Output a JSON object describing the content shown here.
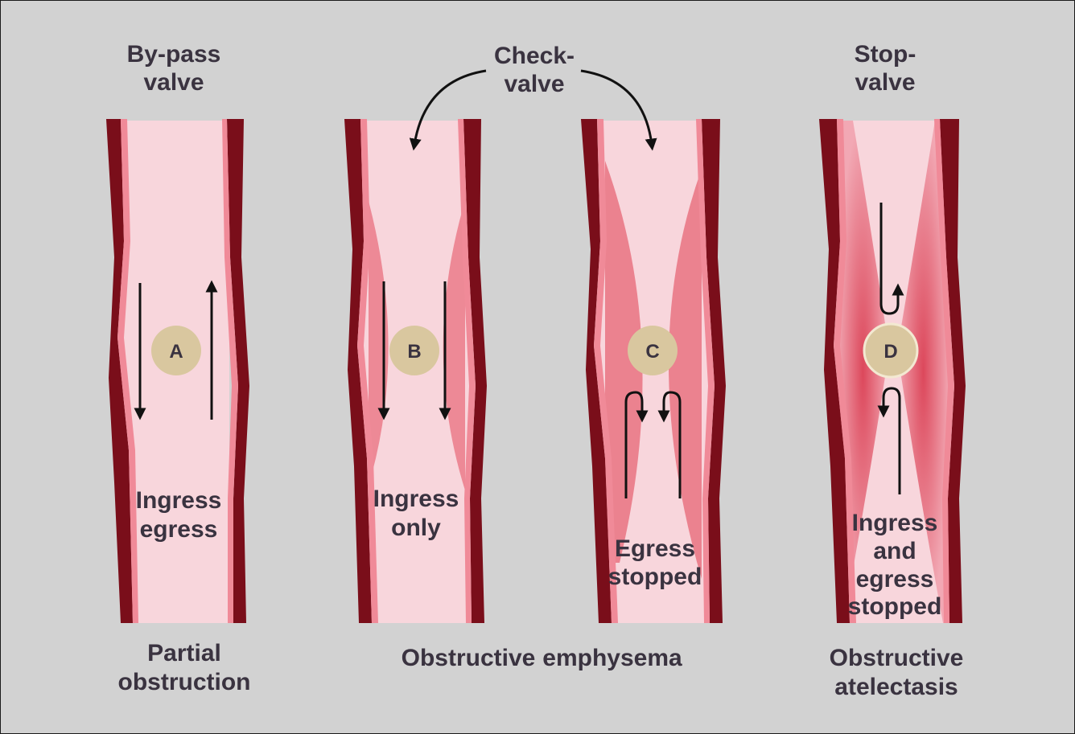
{
  "colors": {
    "background": "#d2d2d2",
    "bronchus_wall_dark": "#7a0e1a",
    "bronchus_wall_light": "#f08a98",
    "lumen": "#f8d6dc",
    "swelling": "#e34a5c",
    "foreign_body": "#d9c79f",
    "arrow": "#111111",
    "text": "#3a3340"
  },
  "headings": {
    "bypass": [
      "By-pass",
      "valve"
    ],
    "check": [
      "Check-",
      "valve"
    ],
    "stop": [
      "Stop-",
      "valve"
    ]
  },
  "panels": [
    {
      "id": "A",
      "marker": "A",
      "flow": [
        "Ingress",
        "egress"
      ],
      "arrows": "down-and-up"
    },
    {
      "id": "B",
      "marker": "B",
      "flow": [
        "Ingress",
        "only"
      ],
      "arrows": "down-only"
    },
    {
      "id": "C",
      "marker": "C",
      "flow": [
        "Egress",
        "stopped"
      ],
      "arrows": "up-blocked"
    },
    {
      "id": "D",
      "marker": "D",
      "flow": [
        "Ingress",
        "and",
        "egress",
        "stopped"
      ],
      "arrows": "both-blocked"
    }
  ],
  "footers": {
    "partial": [
      "Partial",
      "obstruction"
    ],
    "emphysema": [
      "Obstructive",
      "emphysema"
    ],
    "atelectasis": [
      "Obstructive",
      "atelectasis"
    ]
  }
}
